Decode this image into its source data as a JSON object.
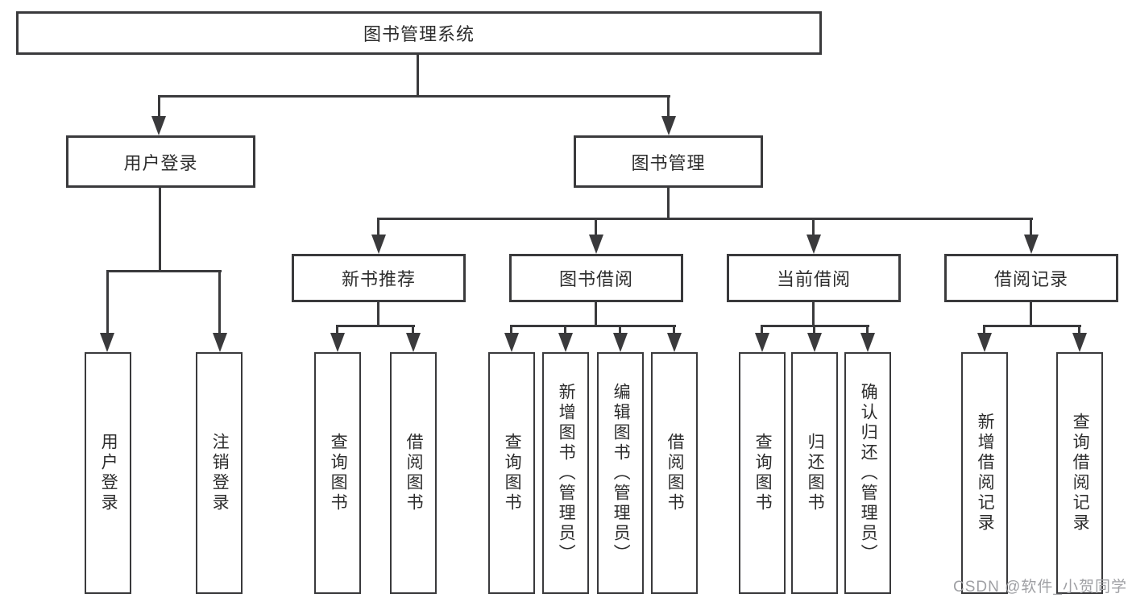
{
  "tree": {
    "root": "图书管理系统",
    "branches": [
      {
        "label": "用户登录",
        "children": [
          "用户登录",
          "注销登录"
        ]
      },
      {
        "label": "图书管理",
        "groups": [
          {
            "label": "新书推荐",
            "children": [
              "查询图书",
              "借阅图书"
            ]
          },
          {
            "label": "图书借阅",
            "children": [
              "查询图书",
              "新增图书（管理员）",
              "编辑图书（管理员）",
              "借阅图书"
            ]
          },
          {
            "label": "当前借阅",
            "children": [
              "查询图书",
              "归还图书",
              "确认归还（管理员）"
            ]
          },
          {
            "label": "借阅记录",
            "children": [
              "新增借阅记录",
              "查询借阅记录"
            ]
          }
        ]
      }
    ]
  },
  "watermark": {
    "text": "CSDN @软件_小贺同学"
  },
  "colors": {
    "line": "#3a3a3c",
    "box_border": "#3a3a3c",
    "text": "#2d2d2d",
    "watermark": "#9fa0a4",
    "background": "#ffffff"
  }
}
